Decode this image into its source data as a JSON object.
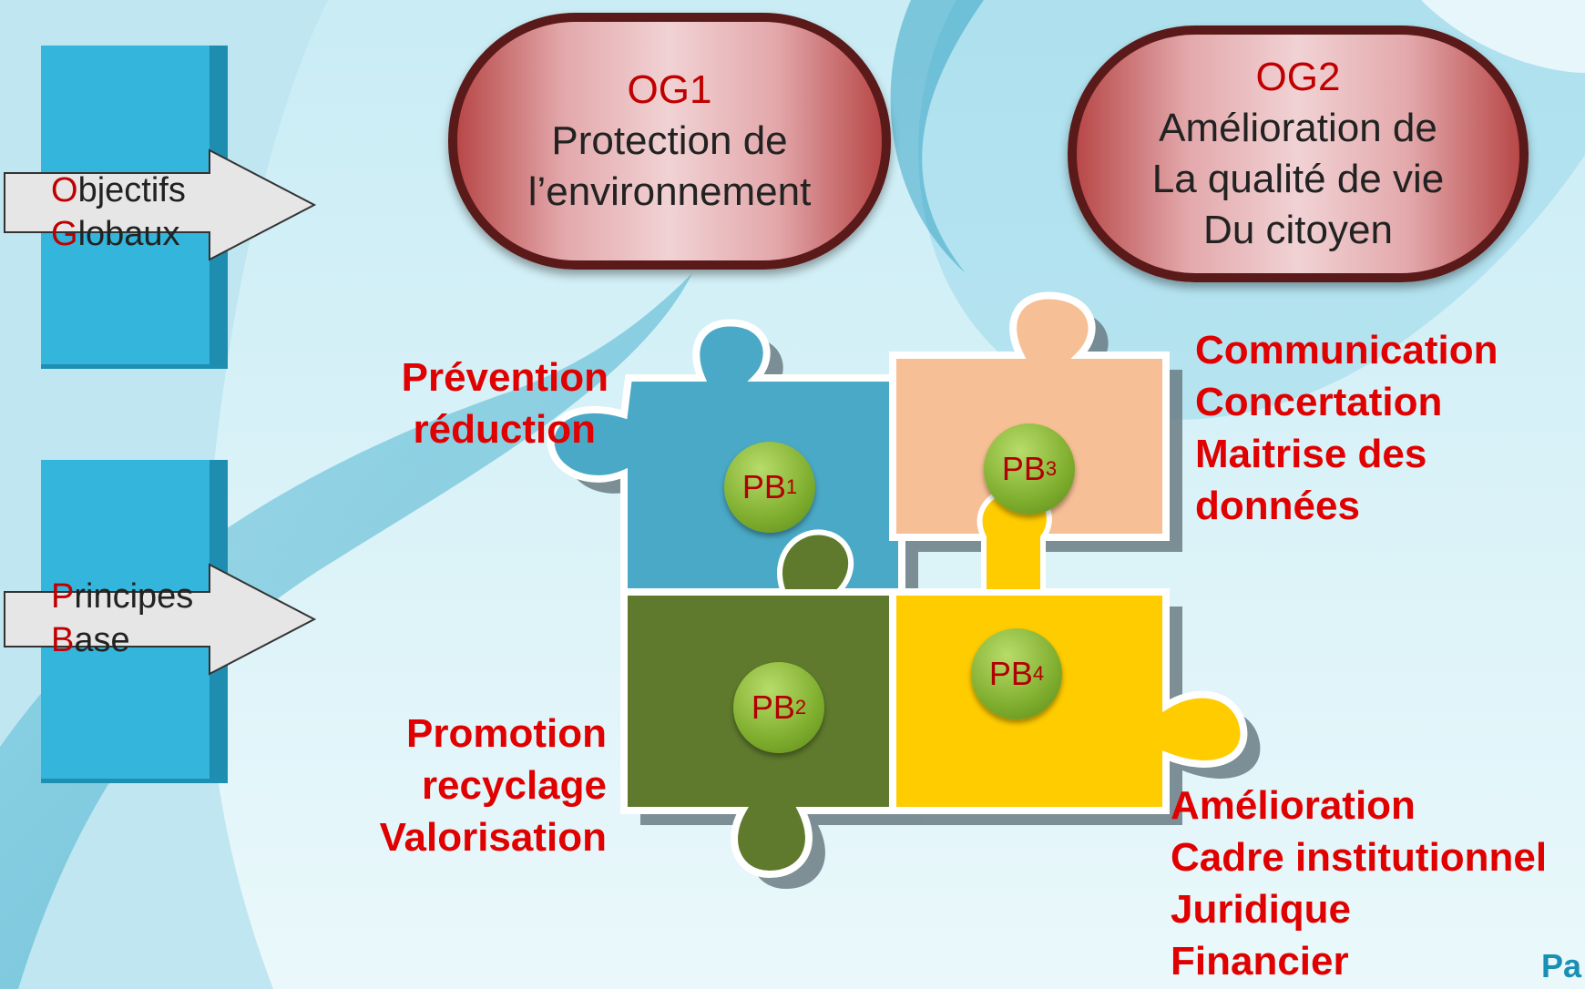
{
  "side_boxes": [
    {
      "first": "O",
      "rest": "bjectifs"
    },
    {
      "first": "G",
      "rest": "lobaux"
    },
    {
      "first": "P",
      "rest": "rincipes"
    },
    {
      "first": "B",
      "rest": "ase"
    }
  ],
  "objectives": [
    {
      "code": "OG1",
      "lines": [
        "Protection de",
        "l’environnement",
        ""
      ]
    },
    {
      "code": "OG2",
      "lines": [
        "Amélioration de",
        "La qualité de vie",
        "Du citoyen"
      ]
    }
  ],
  "keywords": {
    "pb1": [
      "Prévention",
      "réduction"
    ],
    "pb3": [
      "Communication",
      "Concertation",
      "Maitrise des",
      "données"
    ],
    "pb2": [
      "Promotion",
      "recyclage",
      "Valorisation"
    ],
    "pb4": [
      "Amélioration",
      "Cadre institutionnel",
      "Juridique",
      "Financier"
    ]
  },
  "badges": [
    {
      "base": "PB",
      "sub": "1"
    },
    {
      "base": "PB",
      "sub": "2"
    },
    {
      "base": "PB",
      "sub": "3"
    },
    {
      "base": "PB",
      "sub": "4"
    }
  ],
  "corner_text": "Pa",
  "colors": {
    "puzzle_blue": "#4aa9c6",
    "puzzle_peach": "#f7bf95",
    "puzzle_green": "#5f7a2d",
    "puzzle_yellow": "#ffcc00",
    "keyword_red": "#e00000",
    "box_blue": "#2ea6cc"
  }
}
